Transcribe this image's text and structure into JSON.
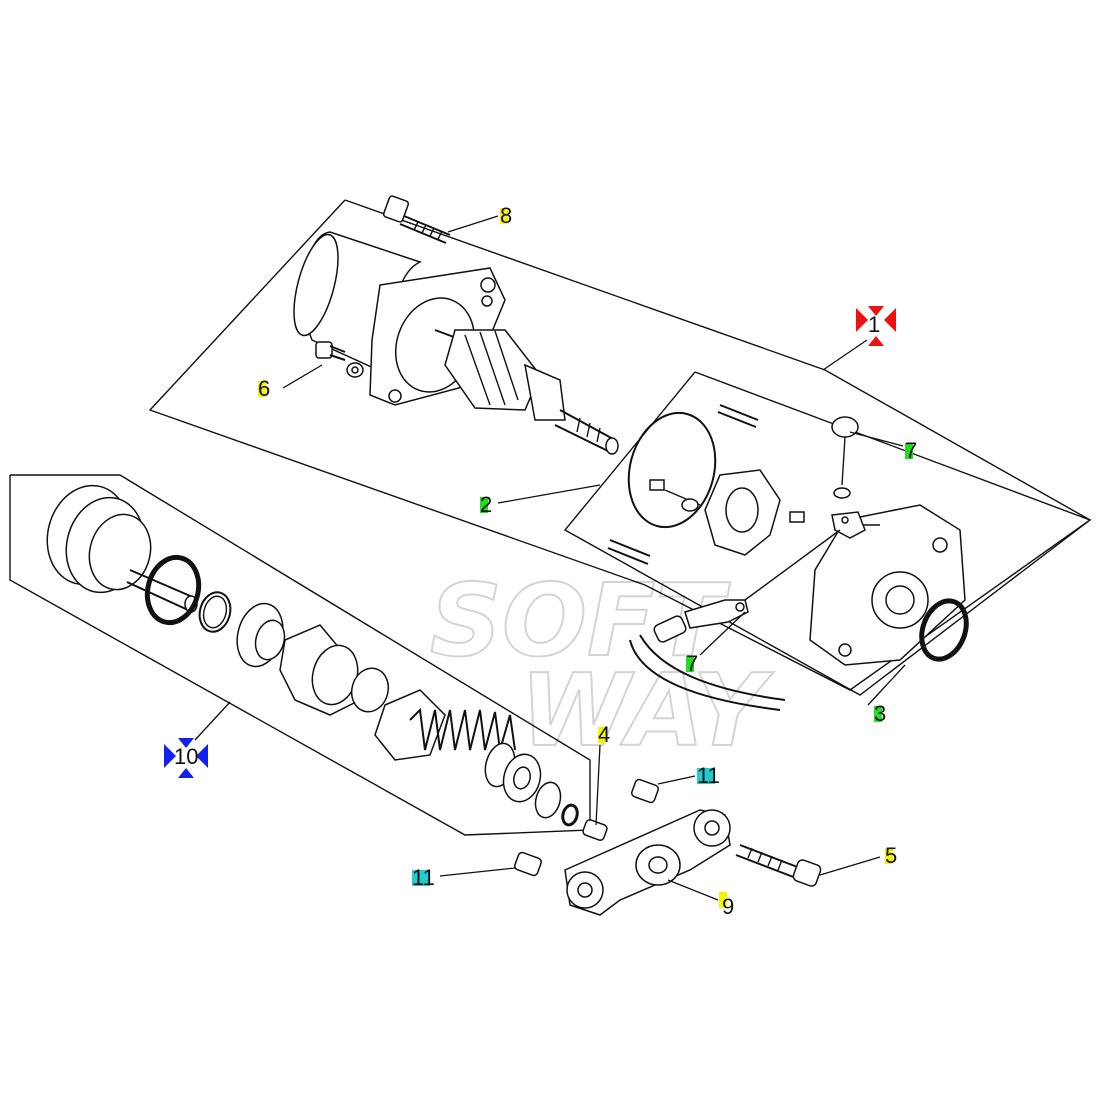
{
  "callouts": [
    {
      "id": "c8",
      "text": "8",
      "marker": "yellow"
    },
    {
      "id": "c6",
      "text": "6",
      "marker": "yellow"
    },
    {
      "id": "c1",
      "text": "1",
      "marker": "red-arrows"
    },
    {
      "id": "c7a",
      "text": "7",
      "marker": "green"
    },
    {
      "id": "c2",
      "text": "2",
      "marker": "green"
    },
    {
      "id": "c7b",
      "text": "7",
      "marker": "green"
    },
    {
      "id": "c3",
      "text": "3",
      "marker": "green"
    },
    {
      "id": "c4",
      "text": "4",
      "marker": "yellow"
    },
    {
      "id": "c10",
      "text": "10",
      "marker": "blue-arrows"
    },
    {
      "id": "c11a",
      "text": "11",
      "marker": "cyan"
    },
    {
      "id": "c11b",
      "text": "11",
      "marker": "cyan"
    },
    {
      "id": "c5",
      "text": "5",
      "marker": "yellow"
    },
    {
      "id": "c9",
      "text": "9",
      "marker": "yellow"
    }
  ],
  "watermark": {
    "line1": "SOFT",
    "line2": "WAY"
  },
  "colors": {
    "yellow": "#f5f500",
    "green": "#22dd22",
    "cyan": "#22cccc",
    "red": "#ee1111",
    "blue": "#1122ee",
    "line": "#111111"
  }
}
